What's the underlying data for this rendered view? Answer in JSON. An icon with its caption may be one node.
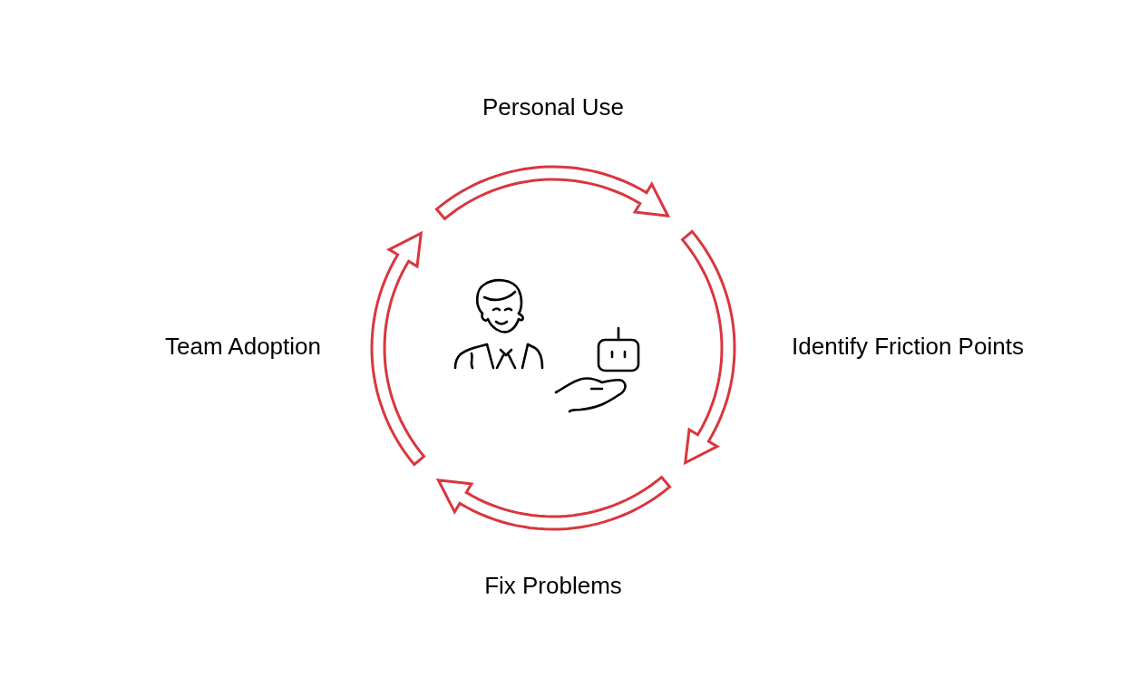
{
  "diagram": {
    "nodes": [
      {
        "text": [
          "Personal Use"
        ]
      },
      {
        "text": [
          "Identify Friction Points"
        ]
      },
      {
        "text": [
          "Fix Problems"
        ]
      },
      {
        "text": [
          "Team Adoption"
        ]
      }
    ]
  }
}
